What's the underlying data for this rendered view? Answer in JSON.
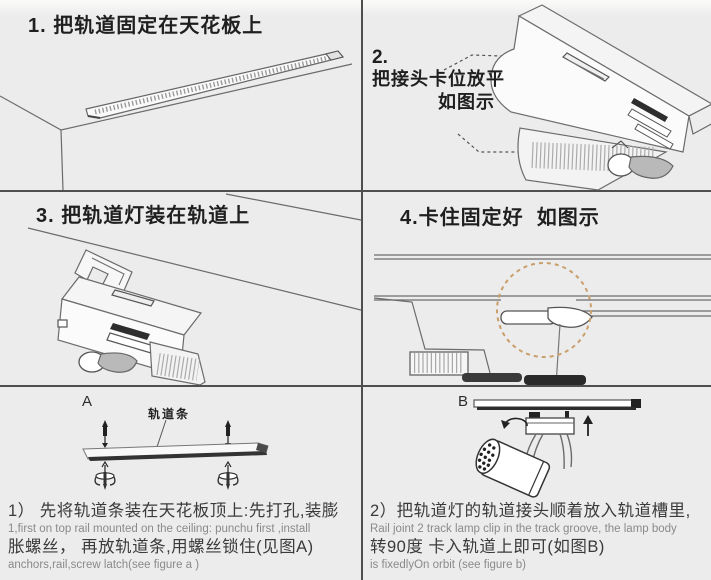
{
  "steps": [
    {
      "title": "1. 把轨道固定在天花板上"
    },
    {
      "number": "2.",
      "line1": "把接头卡位放平",
      "line2": "如图示"
    },
    {
      "title": "3. 把轨道灯装在轨道上"
    },
    {
      "title": "4.卡住固定好  如图示"
    }
  ],
  "figures": {
    "a": {
      "label": "A",
      "part_label": "轨道条"
    },
    "b": {
      "label": "B"
    }
  },
  "instructions": {
    "left": {
      "zh_line1": "1） 先将轨道条装在天花板顶上:先打孔,装膨",
      "en_line1": "1,first on top rail mounted on the ceiling: punchu first ,install",
      "zh_line2": "胀螺丝， 再放轨道条,用螺丝锁住(见图A)",
      "en_line2": "anchors,rail,screw latch(see figure a )"
    },
    "right": {
      "zh_line1": "2）把轨道灯的轨道接头顺着放入轨道槽里,",
      "en_line1": "Rail joint 2 track lamp clip in the track groove, the lamp body",
      "zh_line2": "转90度 卡入轨道上即可(如图B)",
      "en_line2": "is fixedlyOn orbit (see figure b)"
    }
  },
  "colors": {
    "background": "#ececec",
    "divider": "#4f4f4f",
    "line_art": "#6b6b6b",
    "dark_fill": "#2b2b2b",
    "lever_gray": "#b9b9b9",
    "highlight_circle": "#c99f6b",
    "title_text": "#1f1f1f",
    "body_zh_text": "#3a3a3a",
    "body_en_text": "#8a8a8a"
  },
  "icons": {
    "rotate_arrow": "rotate-90-arrow-icon",
    "up_arrow": "up-arrow-icon",
    "screw": "screw-icon",
    "anchor": "expansion-anchor-icon",
    "highlight_circle": "dashed-highlight-circle-icon"
  }
}
